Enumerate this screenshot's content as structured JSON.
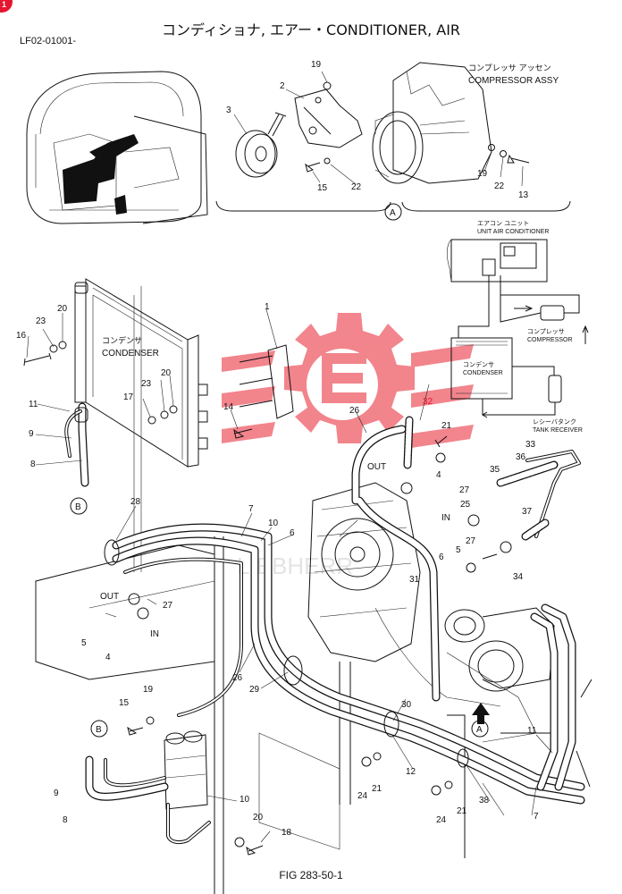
{
  "header": {
    "title": "コンディショナ, エアー・CONDITIONER, AIR",
    "code": "LF02-01001-",
    "badge": "1"
  },
  "footer": {
    "figure": "FIG 283-50-1"
  },
  "labels": {
    "compressor_assy_jp": "コンプレッサ アッセン",
    "compressor_assy_en": "COMPRESSOR ASSY",
    "condenser_jp": "コンデンサ",
    "condenser_en": "CONDENSER",
    "out": "OUT",
    "in": "IN",
    "view_a": "A",
    "view_b": "B",
    "watermark": "LIEBHERR"
  },
  "schematic": {
    "unit_jp": "エアコン ユニット",
    "unit_en": "UNIT AIR CONDITIONER",
    "compressor_jp": "コンプレッサ",
    "compressor_en": "COMPRESSOR",
    "condenser_jp": "コンデンサ",
    "condenser_en": "CONDENSER",
    "receiver_jp": "レシーバタンク",
    "receiver_en": "TANK RECEIVER"
  },
  "callouts": {
    "c1": "1",
    "c2": "2",
    "c3": "3",
    "c4": "4",
    "c4b": "4",
    "c5": "5",
    "c5b": "5",
    "c6": "6",
    "c6b": "6",
    "c7": "7",
    "c7b": "7",
    "c8": "8",
    "c8b": "8",
    "c9": "9",
    "c9b": "9",
    "c10": "10",
    "c10b": "10",
    "c11": "11",
    "c11b": "11",
    "c12": "12",
    "c13": "13",
    "c14": "14",
    "c15": "15",
    "c15b": "15",
    "c16": "16",
    "c17": "17",
    "c18": "18",
    "c19": "19",
    "c19b": "19",
    "c19c": "19",
    "c20": "20",
    "c20b": "20",
    "c20c": "20",
    "c21": "21",
    "c21b": "21",
    "c21c": "21",
    "c22": "22",
    "c22b": "22",
    "c23": "23",
    "c23b": "23",
    "c24": "24",
    "c24b": "24",
    "c25": "25",
    "c26": "26",
    "c26b": "26",
    "c27": "27",
    "c27b": "27",
    "c27c": "27",
    "c28": "28",
    "c29": "29",
    "c30": "30",
    "c31": "31",
    "c32": "32",
    "c33": "33",
    "c34": "34",
    "c35": "35",
    "c36": "36",
    "c37": "37",
    "c38": "38"
  },
  "colors": {
    "accent": "#e6162e",
    "watermark": "#e8202f",
    "ink": "#111111"
  }
}
